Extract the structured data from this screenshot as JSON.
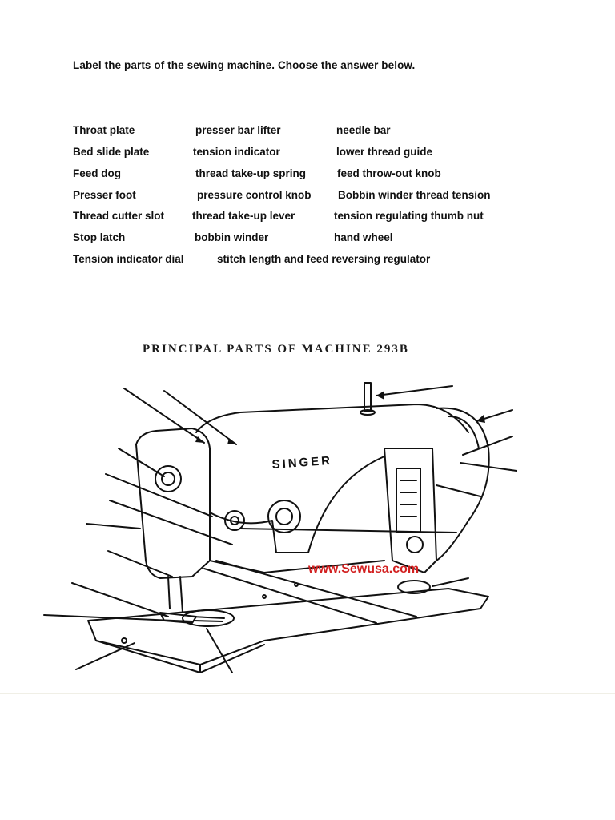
{
  "worksheet": {
    "instruction": "Label the parts of the sewing machine. Choose the answer below.",
    "word_bank": [
      [
        "Throat plate",
        "presser bar lifter",
        "needle bar"
      ],
      [
        "Bed slide plate",
        "tension indicator",
        "lower thread guide"
      ],
      [
        "Feed dog",
        "thread take-up spring",
        "feed throw-out knob"
      ],
      [
        "Presser foot",
        "pressure control knob",
        "Bobbin winder thread tension"
      ],
      [
        "Thread cutter slot",
        "thread take-up lever",
        "tension regulating thumb nut"
      ],
      [
        "Stop latch",
        "bobbin winder",
        "hand wheel"
      ],
      [
        "Tension indicator dial",
        "stitch length and feed reversing regulator"
      ]
    ]
  },
  "figure": {
    "title": "PRINCIPAL PARTS OF MACHINE 293B",
    "brand_text": "SINGER",
    "watermark": "www.Sewusa.com",
    "watermark_color": "#d22020"
  }
}
